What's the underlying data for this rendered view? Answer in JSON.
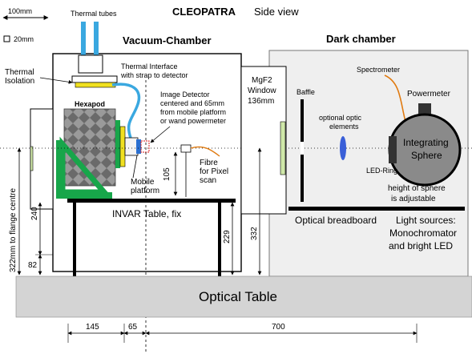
{
  "title": {
    "main": "CLEOPATRA",
    "sub": "Side view"
  },
  "scale": {
    "big": "100mm",
    "small": "20mm"
  },
  "vacuum": {
    "title": "Vacuum-Chamber"
  },
  "dark": {
    "title": "Dark chamber"
  },
  "labels": {
    "thermal_tubes": "Thermal tubes",
    "thermal_isolation": [
      "Thermal",
      "Isolation"
    ],
    "thermal_interface": [
      "Thermal Interface",
      "with strap to detector"
    ],
    "hexapod": "Hexapod",
    "image_detector": [
      "Image Detector",
      "centered and 65mm",
      "from mobile platform",
      "or wand powermeter"
    ],
    "mobile_platform": [
      "Mobile",
      "platform"
    ],
    "fibre": [
      "Fibre",
      "for Pixel",
      "scan"
    ],
    "window": [
      "MgF2",
      "Window",
      "136mm"
    ],
    "baffle": "Baffle",
    "optional_optics": [
      "optional optic",
      "elements"
    ],
    "spectrometer": "Spectrometer",
    "powermeter": "Powermeter",
    "integrating_sphere": [
      "Integrating",
      "Sphere"
    ],
    "led_ring": "LED-Ring",
    "sphere_height": [
      "height of sphere",
      "is adjustable"
    ],
    "invar_table": "INVAR Table, fix",
    "optical_breadboard": "Optical breadboard",
    "light_sources": [
      "Light sources:",
      "Monochromator",
      "and bright LED"
    ],
    "optical_table": "Optical Table"
  },
  "dimensions": {
    "flange_centre": "322mm to flange centre",
    "d240": "240",
    "d82": "82",
    "d105": "105",
    "d229": "229",
    "d332": "332",
    "d145": "145",
    "d65": "65",
    "d700": "700"
  },
  "colors": {
    "vacuum_fill": "#ffffff",
    "dark_fill": "#efefef",
    "optical_table": "#d4d4d4",
    "thermal_tubes": "#3aa8e0",
    "strap": "#3aa8e0",
    "interface_yellow": "#f0e020",
    "hexapod_green": "#17a64a",
    "fibre_orange": "#e07a10",
    "detector_red": "#d81818",
    "detector_blue": "#2a6fd0",
    "window_green": "#cfe8a8",
    "optic_blue": "#3a5fd8",
    "sphere_grey": "#8a8a8a"
  }
}
